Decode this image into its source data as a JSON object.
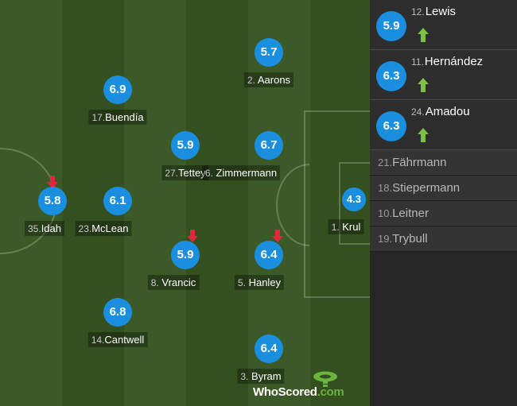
{
  "players": [
    {
      "number": "2.",
      "name": "Aarons",
      "rating": "5.7",
      "subbed_off": false
    },
    {
      "number": "17.",
      "name": "Buendía",
      "rating": "6.9",
      "subbed_off": false
    },
    {
      "number": "27.",
      "name": "Tettey",
      "rating": "5.9",
      "subbed_off": false
    },
    {
      "number": "6.",
      "name": "Zimmermann",
      "rating": "6.7",
      "subbed_off": false
    },
    {
      "number": "35.",
      "name": "Idah",
      "rating": "5.8",
      "subbed_off": true
    },
    {
      "number": "23.",
      "name": "McLean",
      "rating": "6.1",
      "subbed_off": false
    },
    {
      "number": "1.",
      "name": "Krul",
      "rating": "4.3",
      "subbed_off": false
    },
    {
      "number": "8.",
      "name": "Vrancic",
      "rating": "5.9",
      "subbed_off": true
    },
    {
      "number": "5.",
      "name": "Hanley",
      "rating": "6.4",
      "subbed_off": true
    },
    {
      "number": "14.",
      "name": "Cantwell",
      "rating": "6.8",
      "subbed_off": false
    },
    {
      "number": "3.",
      "name": "Byram",
      "rating": "6.4",
      "subbed_off": false
    }
  ],
  "substitutes_used": [
    {
      "number": "12.",
      "name": "Lewis",
      "rating": "5.9"
    },
    {
      "number": "11.",
      "name": "Hernández",
      "rating": "6.3"
    },
    {
      "number": "24.",
      "name": "Amadou",
      "rating": "6.3"
    }
  ],
  "bench": [
    {
      "number": "21.",
      "name": "Fährmann"
    },
    {
      "number": "18.",
      "name": "Stiepermann"
    },
    {
      "number": "10.",
      "name": "Leitner"
    },
    {
      "number": "19.",
      "name": "Trybull"
    }
  ],
  "logo": {
    "text_main": "WhoScored",
    "text_dot": ".com"
  },
  "colors": {
    "rating_bubble": "#1a8fe0",
    "sub_off_arrow": "#e0283c",
    "sub_on_arrow": "#7cc142",
    "pitch_light": "#3c5a27",
    "pitch_dark": "#34501f"
  },
  "icons": {
    "sub_off": "red-down-arrow-icon",
    "sub_on": "green-up-arrow-icon"
  }
}
